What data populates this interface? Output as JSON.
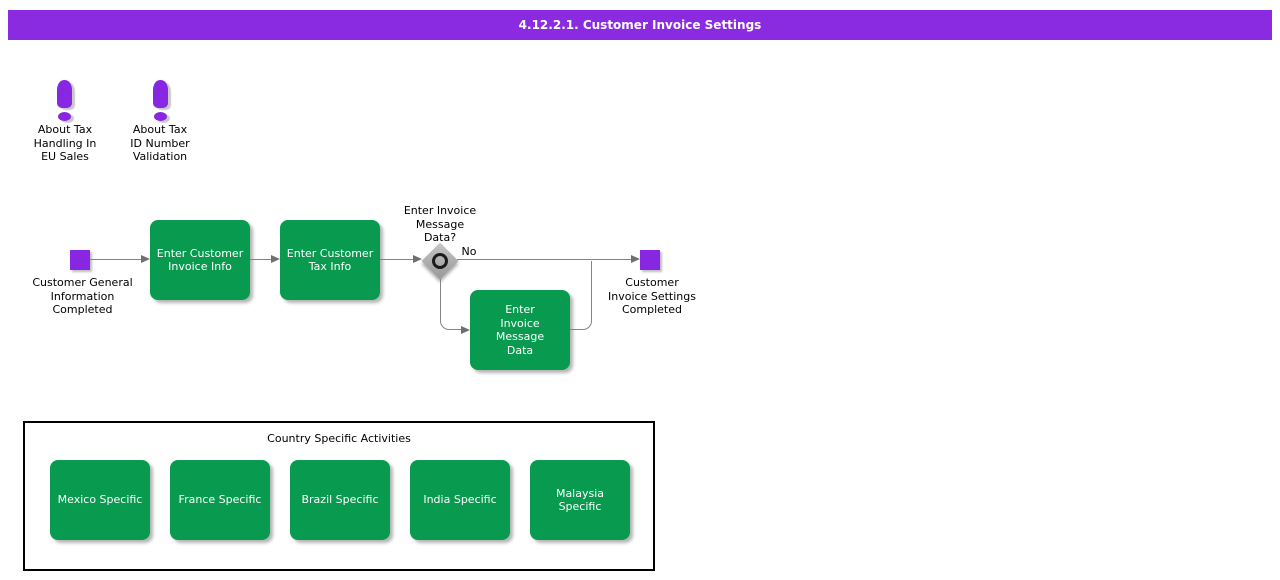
{
  "header": {
    "title": "4.12.2.1. Customer Invoice Settings"
  },
  "colors": {
    "accent_purple": "#8A2BE2",
    "activity_green": "#089A4E",
    "line_gray": "#858585",
    "diamond_gray": "#ADADAD"
  },
  "notes": [
    {
      "icon": "exclamation-icon",
      "label": "About Tax\nHandling In\nEU Sales"
    },
    {
      "icon": "exclamation-icon",
      "label": "About Tax\nID Number\nValidation"
    }
  ],
  "flow": {
    "start_label": "Customer General\nInformation\nCompleted",
    "steps": [
      {
        "label": "Enter Customer\nInvoice Info"
      },
      {
        "label": "Enter Customer\nTax Info"
      }
    ],
    "decision": {
      "question": "Enter Invoice\nMessage\nData?",
      "no_label": "No"
    },
    "optional_step": {
      "label": "Enter\nInvoice\nMessage\nData"
    },
    "end_label": "Customer\nInvoice Settings\nCompleted"
  },
  "country_panel": {
    "title": "Country Specific Activities",
    "items": [
      "Mexico Specific",
      "France Specific",
      "Brazil Specific",
      "India Specific",
      "Malaysia\nSpecific"
    ]
  }
}
